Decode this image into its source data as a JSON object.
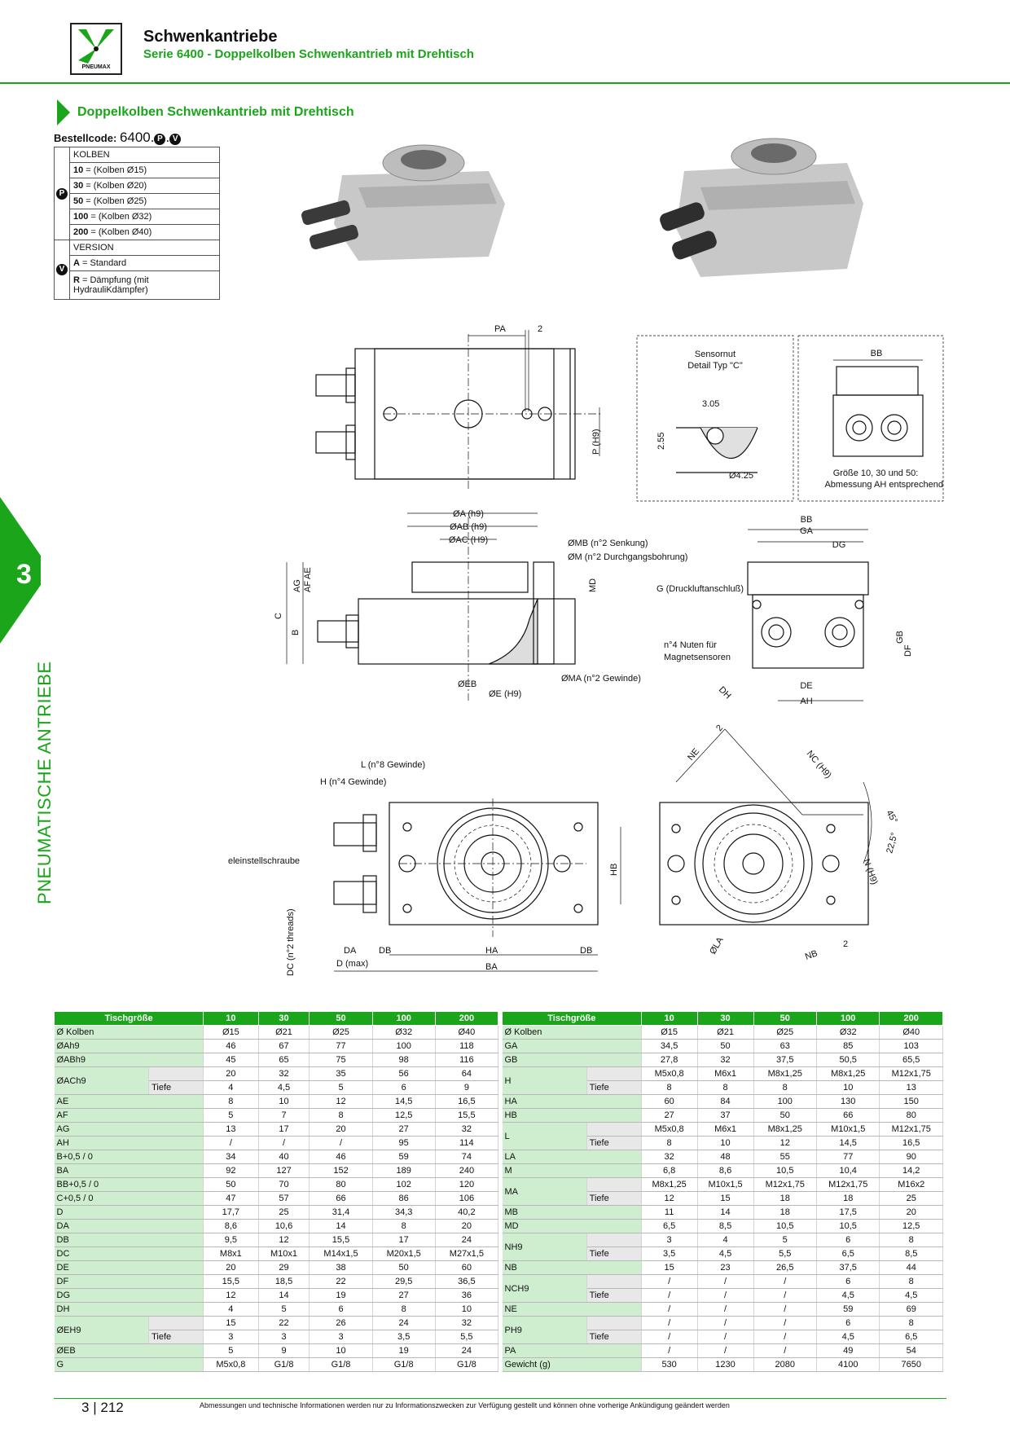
{
  "header": {
    "logo_text": "PNEUMAX",
    "title": "Schwenkantriebe",
    "subtitle": "Serie 6400 - Doppelkolben Schwenkantrieb mit Drehtisch"
  },
  "section": {
    "title": "Doppelkolben Schwenkantrieb mit Drehtisch"
  },
  "order_code": {
    "label": "Bestellcode:",
    "code": "6400.",
    "mark_p": "P",
    "sep": ".",
    "mark_v": "V",
    "kolben": {
      "head": "KOLBEN",
      "options": [
        {
          "code": "10",
          "text": " = (Kolben Ø15)"
        },
        {
          "code": "30",
          "text": " = (Kolben Ø20)"
        },
        {
          "code": "50",
          "text": " = (Kolben Ø25)"
        },
        {
          "code": "100",
          "text": " = (Kolben Ø32)"
        },
        {
          "code": "200",
          "text": " = (Kolben Ø40)"
        }
      ]
    },
    "version": {
      "head": "VERSION",
      "options": [
        {
          "code": "A",
          "text": " = Standard"
        },
        {
          "code": "R",
          "text": " = Dämpfung (mit HydrauliKdämpfer)"
        }
      ]
    }
  },
  "drawings": {
    "top": {
      "pa": "PA",
      "two": "2",
      "p": "P (H9)"
    },
    "detail": {
      "title1": "Sensornut",
      "title2": "Detail Typ \"C\"",
      "d305": "3.05",
      "d255": "2.55",
      "d425": "Ø4.25"
    },
    "end": {
      "bb": "BB",
      "note1": "Größe 10, 30 und 50:",
      "note2": "Abmessung AH entsprechend"
    },
    "front": {
      "a": "ØA (h9)",
      "ab": "ØAB (h9)",
      "ac": "ØAC (H9)",
      "mb": "ØMB (n°2  Senkung)",
      "m": "ØM (n°2  Durchgangsbohrung)",
      "md": "MD",
      "ag": "AG",
      "af": "AF",
      "ae": "AE",
      "c": "C",
      "b": "B",
      "eb": "ØEB",
      "e": "ØE (H9)",
      "ma": "ØMA (n°2 Gewinde)"
    },
    "side": {
      "bb": "BB",
      "ga": "GA",
      "dg": "DG",
      "g": "G (Druckluftanschluß)",
      "nuten1": "n°4 Nuten für",
      "nuten2": "Magnetsensoren",
      "df": "DF",
      "gb": "GB",
      "de": "DE",
      "ah": "AH",
      "dh": "DH"
    },
    "plan": {
      "l": "L (n°8 Gewinde)",
      "h": "H (n°4 Gewinde)",
      "screw": "eleinstellschraube",
      "dc": "DC (n°2 threads)",
      "hb": "HB",
      "da": "DA",
      "db": "DB",
      "ha": "HA",
      "db2": "DB",
      "dmax": "D (max)",
      "ba": "BA"
    },
    "rot": {
      "ne": "NE",
      "two": "2",
      "nc": "NC (H9)",
      "a45": "45°",
      "a225": "22,5°",
      "n": "N (H9)",
      "la": "ØLA",
      "nb": "NB",
      "two2": "2"
    }
  },
  "sidebar": {
    "number": "3",
    "text": "PNEUMATISCHE ANTRIEBE"
  },
  "table_left": {
    "headers": [
      "Tischgröße",
      "10",
      "30",
      "50",
      "100",
      "200"
    ],
    "rows": [
      {
        "label": "Ø Kolben",
        "values": [
          "Ø15",
          "Ø21",
          "Ø25",
          "Ø32",
          "Ø40"
        ]
      },
      {
        "label": "ØAh9",
        "values": [
          "46",
          "67",
          "77",
          "100",
          "118"
        ]
      },
      {
        "label": "ØABh9",
        "values": [
          "45",
          "65",
          "75",
          "98",
          "116"
        ]
      },
      {
        "label": "ØACh9",
        "sub": "",
        "values": [
          "20",
          "32",
          "35",
          "56",
          "64"
        ]
      },
      {
        "label": "",
        "sub": "Tiefe",
        "values": [
          "4",
          "4,5",
          "5",
          "6",
          "9"
        ]
      },
      {
        "label": "AE",
        "values": [
          "8",
          "10",
          "12",
          "14,5",
          "16,5"
        ]
      },
      {
        "label": "AF",
        "values": [
          "5",
          "7",
          "8",
          "12,5",
          "15,5"
        ]
      },
      {
        "label": "AG",
        "values": [
          "13",
          "17",
          "20",
          "27",
          "32"
        ]
      },
      {
        "label": "AH",
        "values": [
          "/",
          "/",
          "/",
          "95",
          "114"
        ]
      },
      {
        "label": "B+0,5 / 0",
        "values": [
          "34",
          "40",
          "46",
          "59",
          "74"
        ]
      },
      {
        "label": "BA",
        "values": [
          "92",
          "127",
          "152",
          "189",
          "240"
        ]
      },
      {
        "label": "BB+0,5 / 0",
        "values": [
          "50",
          "70",
          "80",
          "102",
          "120"
        ]
      },
      {
        "label": "C+0,5 / 0",
        "values": [
          "47",
          "57",
          "66",
          "86",
          "106"
        ]
      },
      {
        "label": "D",
        "values": [
          "17,7",
          "25",
          "31,4",
          "34,3",
          "40,2"
        ]
      },
      {
        "label": "DA",
        "values": [
          "8,6",
          "10,6",
          "14",
          "8",
          "20"
        ]
      },
      {
        "label": "DB",
        "values": [
          "9,5",
          "12",
          "15,5",
          "17",
          "24"
        ]
      },
      {
        "label": "DC",
        "values": [
          "M8x1",
          "M10x1",
          "M14x1,5",
          "M20x1,5",
          "M27x1,5"
        ]
      },
      {
        "label": "DE",
        "values": [
          "20",
          "29",
          "38",
          "50",
          "60"
        ]
      },
      {
        "label": "DF",
        "values": [
          "15,5",
          "18,5",
          "22",
          "29,5",
          "36,5"
        ]
      },
      {
        "label": "DG",
        "values": [
          "12",
          "14",
          "19",
          "27",
          "36"
        ]
      },
      {
        "label": "DH",
        "values": [
          "4",
          "5",
          "6",
          "8",
          "10"
        ]
      },
      {
        "label": "ØEH9",
        "sub": "",
        "values": [
          "15",
          "22",
          "26",
          "24",
          "32"
        ]
      },
      {
        "label": "",
        "sub": "Tiefe",
        "values": [
          "3",
          "3",
          "3",
          "3,5",
          "5,5"
        ]
      },
      {
        "label": "ØEB",
        "values": [
          "5",
          "9",
          "10",
          "19",
          "24"
        ]
      },
      {
        "label": "G",
        "values": [
          "M5x0,8",
          "G1/8",
          "G1/8",
          "G1/8",
          "G1/8"
        ]
      }
    ]
  },
  "table_right": {
    "headers": [
      "Tischgröße",
      "10",
      "30",
      "50",
      "100",
      "200"
    ],
    "rows": [
      {
        "label": "Ø Kolben",
        "values": [
          "Ø15",
          "Ø21",
          "Ø25",
          "Ø32",
          "Ø40"
        ]
      },
      {
        "label": "GA",
        "values": [
          "34,5",
          "50",
          "63",
          "85",
          "103"
        ]
      },
      {
        "label": "GB",
        "values": [
          "27,8",
          "32",
          "37,5",
          "50,5",
          "65,5"
        ]
      },
      {
        "label": "H",
        "sub": "",
        "values": [
          "M5x0,8",
          "M6x1",
          "M8x1,25",
          "M8x1,25",
          "M12x1,75"
        ]
      },
      {
        "label": "",
        "sub": "Tiefe",
        "values": [
          "8",
          "8",
          "8",
          "10",
          "13"
        ]
      },
      {
        "label": "HA",
        "values": [
          "60",
          "84",
          "100",
          "130",
          "150"
        ]
      },
      {
        "label": "HB",
        "values": [
          "27",
          "37",
          "50",
          "66",
          "80"
        ]
      },
      {
        "label": "L",
        "sub": "",
        "values": [
          "M5x0,8",
          "M6x1",
          "M8x1,25",
          "M10x1,5",
          "M12x1,75"
        ]
      },
      {
        "label": "",
        "sub": "Tiefe",
        "values": [
          "8",
          "10",
          "12",
          "14,5",
          "16,5"
        ]
      },
      {
        "label": "LA",
        "values": [
          "32",
          "48",
          "55",
          "77",
          "90"
        ]
      },
      {
        "label": "M",
        "values": [
          "6,8",
          "8,6",
          "10,5",
          "10,4",
          "14,2"
        ]
      },
      {
        "label": "MA",
        "sub": "",
        "values": [
          "M8x1,25",
          "M10x1,5",
          "M12x1,75",
          "M12x1,75",
          "M16x2"
        ]
      },
      {
        "label": "",
        "sub": "Tiefe",
        "values": [
          "12",
          "15",
          "18",
          "18",
          "25"
        ]
      },
      {
        "label": "MB",
        "values": [
          "11",
          "14",
          "18",
          "17,5",
          "20"
        ]
      },
      {
        "label": "MD",
        "values": [
          "6,5",
          "8,5",
          "10,5",
          "10,5",
          "12,5"
        ]
      },
      {
        "label": "NH9",
        "sub": "",
        "values": [
          "3",
          "4",
          "5",
          "6",
          "8"
        ]
      },
      {
        "label": "",
        "sub": "Tiefe",
        "values": [
          "3,5",
          "4,5",
          "5,5",
          "6,5",
          "8,5"
        ]
      },
      {
        "label": "NB",
        "values": [
          "15",
          "23",
          "26,5",
          "37,5",
          "44"
        ]
      },
      {
        "label": "NCH9",
        "sub": "",
        "values": [
          "/",
          "/",
          "/",
          "6",
          "8"
        ]
      },
      {
        "label": "",
        "sub": "Tiefe",
        "values": [
          "/",
          "/",
          "/",
          "4,5",
          "4,5"
        ]
      },
      {
        "label": "NE",
        "values": [
          "/",
          "/",
          "/",
          "59",
          "69"
        ]
      },
      {
        "label": "PH9",
        "sub": "",
        "values": [
          "/",
          "/",
          "/",
          "6",
          "8"
        ]
      },
      {
        "label": "",
        "sub": "Tiefe",
        "values": [
          "/",
          "/",
          "/",
          "4,5",
          "6,5"
        ]
      },
      {
        "label": "PA",
        "values": [
          "/",
          "/",
          "/",
          "49",
          "54"
        ]
      },
      {
        "label": "Gewicht (g)",
        "values": [
          "530",
          "1230",
          "2080",
          "4100",
          "7650"
        ]
      }
    ]
  },
  "footer": {
    "chapter": "3",
    "sep": "|",
    "page": "212",
    "disclaimer": "Abmessungen und technische Informationen werden nur zu Informationszwecken zur Verfügung gestellt und können ohne vorherige Ankündigung geändert werden"
  }
}
